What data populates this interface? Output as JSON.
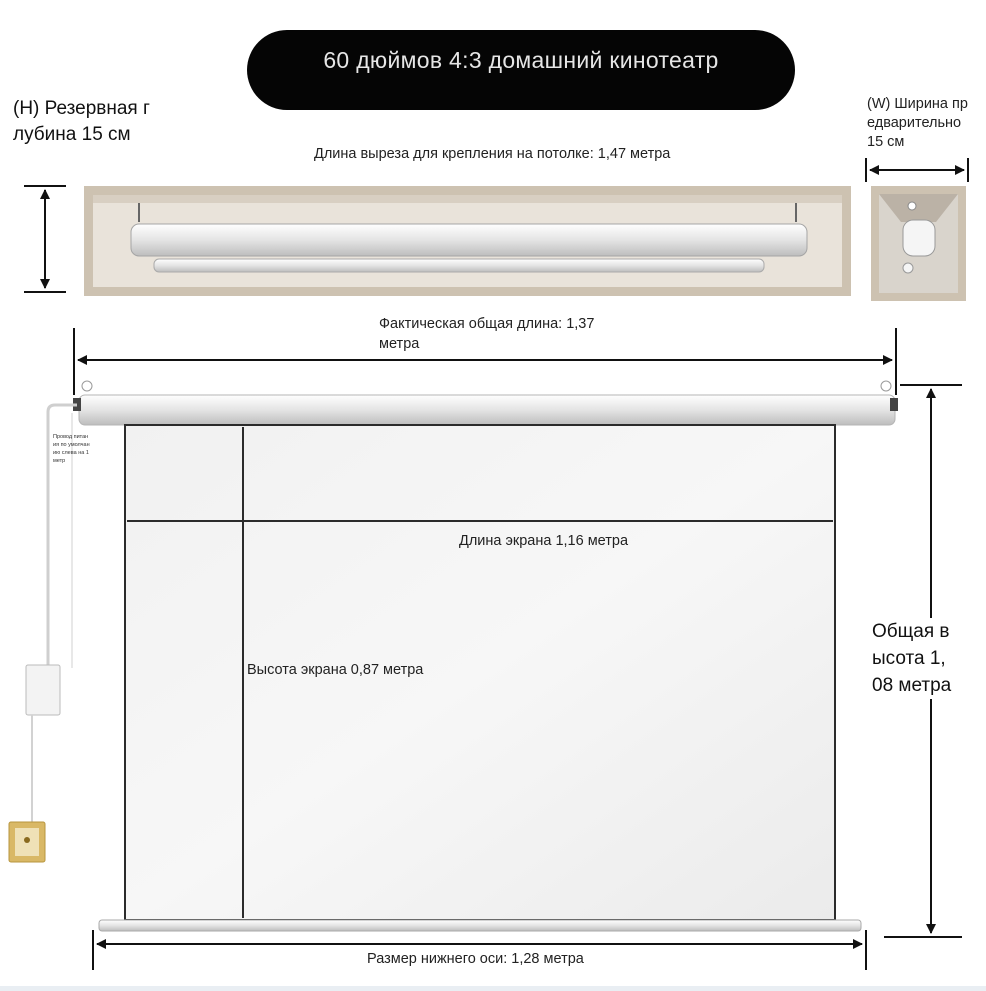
{
  "title": "60 дюймов 4:3 домашний кинотеатр",
  "labels": {
    "reserved_depth_line1": "(H) Резервная г",
    "reserved_depth_line2": "лубина 15 см",
    "reserved_width_line1": "(W) Ширина пр",
    "reserved_width_line2": "едварительно",
    "reserved_width_line3": "15 см",
    "ceiling_cutout": "Длина выреза для крепления на потолке: 1,47 метра",
    "total_length_line1": "Фактическая общая длина: 1,37",
    "total_length_line2": "метра",
    "screen_length": "Длина экрана 1,16 метра",
    "screen_height": "Высота экрана 0,87 метра",
    "total_height_line1": "Общая в",
    "total_height_line2": "ысота 1,",
    "total_height_line3": "08 метра",
    "bottom_axis": "Размер нижнего оси: 1,28 метра",
    "power_cord_line1": "Провод питан",
    "power_cord_line2": "ия по умолчан",
    "power_cord_line3": "ию слева на 1",
    "power_cord_line4": "метр"
  },
  "colors": {
    "pill": "#050505",
    "wood": "#c9beac",
    "wood_inner": "#e6dfd4",
    "screen": "#eeeeee",
    "arrow": "#111111"
  }
}
